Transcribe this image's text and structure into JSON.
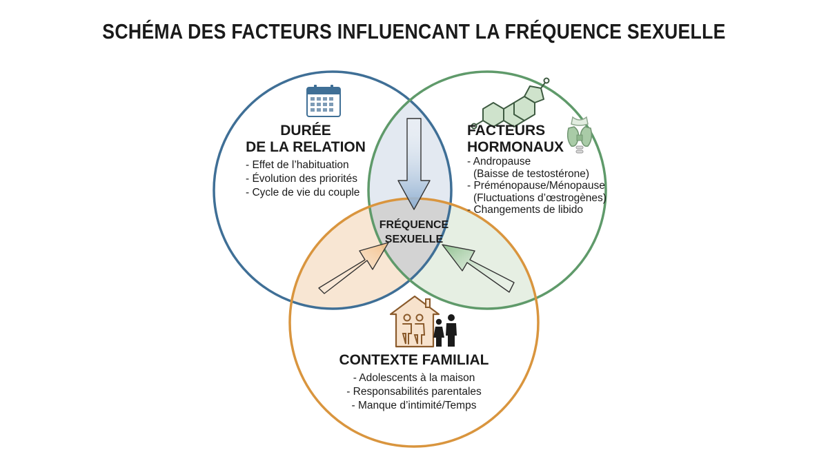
{
  "title": "SCHÉMA DES FACTEURS INFLUENCANT LA FRÉQUENCE SEXUELLE",
  "colors": {
    "blue": "#3f6f96",
    "green": "#5f9a6a",
    "orange": "#d9953e"
  },
  "icons": {
    "duree": "calendar-icon",
    "hormonal_molecule": "steroid-molecule-icon",
    "hormonal_gland": "thyroid-gland-icon",
    "familial": "family-house-icon"
  },
  "center": {
    "line1": "FRÉQUENCE",
    "line2": "SEXUELLE"
  },
  "duree": {
    "heading1": "DURÉE",
    "heading2": "DE LA RELATION",
    "items": [
      "- Effet de l’habituation",
      "- Évolution des priorités",
      "- Cycle de vie du couple"
    ]
  },
  "hormonal": {
    "heading1": "FACTEURS",
    "heading2": "HORMONAUX",
    "item1": "- Andropause",
    "item1b": "(Baisse de testostérone)",
    "item2": "- Préménopause/Ménopause",
    "item2b": "(Fluctuations d’œstrogènes)",
    "item3": "- Changements de libido"
  },
  "familial": {
    "heading": "CONTEXTE FAMILIAL",
    "items": [
      "- Adolescents à la maison",
      "- Responsabilités parentales",
      "- Manque d’intimité/Temps"
    ]
  }
}
